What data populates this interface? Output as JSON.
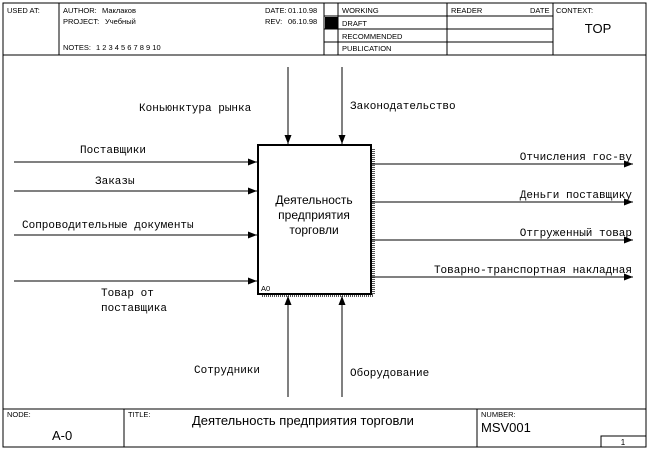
{
  "header": {
    "used_at_label": "USED AT:",
    "author_label": "AUTHOR:",
    "author": "Маклаков",
    "project_label": "PROJECT:",
    "project": "Учебный",
    "notes_label": "NOTES:",
    "notes": "1 2 3 4 5 6 7 8 9 10",
    "date_label": "DATE:",
    "date": "01.10.98",
    "rev_label": "REV:",
    "rev": "06.10.98",
    "status": [
      "WORKING",
      "DRAFT",
      "RECOMMENDED",
      "PUBLICATION"
    ],
    "active_status": "DRAFT",
    "reader_label": "READER",
    "reader_date_label": "DATE",
    "context_label": "CONTEXT:",
    "context_value": "TOP"
  },
  "diagram": {
    "activity": {
      "title": "Деятельность предприятия торговли",
      "number": "А0"
    },
    "controls": [
      "Коньюнктура рынка",
      "Законодательство"
    ],
    "inputs": [
      "Поставщики",
      "Заказы",
      "Сопроводительные документы",
      "Товар от поставщика"
    ],
    "outputs": [
      "Отчисления гос-ву",
      "Деньги поставщику",
      "Отгруженный товар",
      "Товарно-транспортная накладная"
    ],
    "mechanisms": [
      "Сотрудники",
      "Оборудование"
    ]
  },
  "footer": {
    "node_label": "NODE:",
    "node": "А-0",
    "title_label": "TITLE:",
    "title": "Деятельность предприятия  торговли",
    "number_label": "NUMBER:",
    "number": "MSV001",
    "page": "1"
  }
}
